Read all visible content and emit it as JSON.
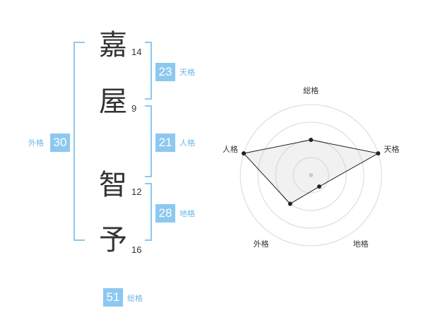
{
  "accent": "#8cc8f0",
  "name": {
    "chars": [
      {
        "char": "嘉",
        "strokes": "14"
      },
      {
        "char": "屋",
        "strokes": "9"
      },
      {
        "char": "智",
        "strokes": "12"
      },
      {
        "char": "予",
        "strokes": "16"
      }
    ]
  },
  "kakusu": {
    "tenkaku": {
      "value": "23",
      "label": "天格"
    },
    "jinkaku": {
      "value": "21",
      "label": "人格"
    },
    "chikaku": {
      "value": "28",
      "label": "地格"
    },
    "gaikaku": {
      "value": "30",
      "label": "外格"
    },
    "soukaku": {
      "value": "51",
      "label": "総格"
    }
  },
  "chart_data": {
    "type": "radar",
    "axes": [
      "総格",
      "天格",
      "地格",
      "外格",
      "人格"
    ],
    "values": [
      0.5,
      1.0,
      0.2,
      0.5,
      1.0
    ],
    "rings": 4,
    "grid": true
  }
}
